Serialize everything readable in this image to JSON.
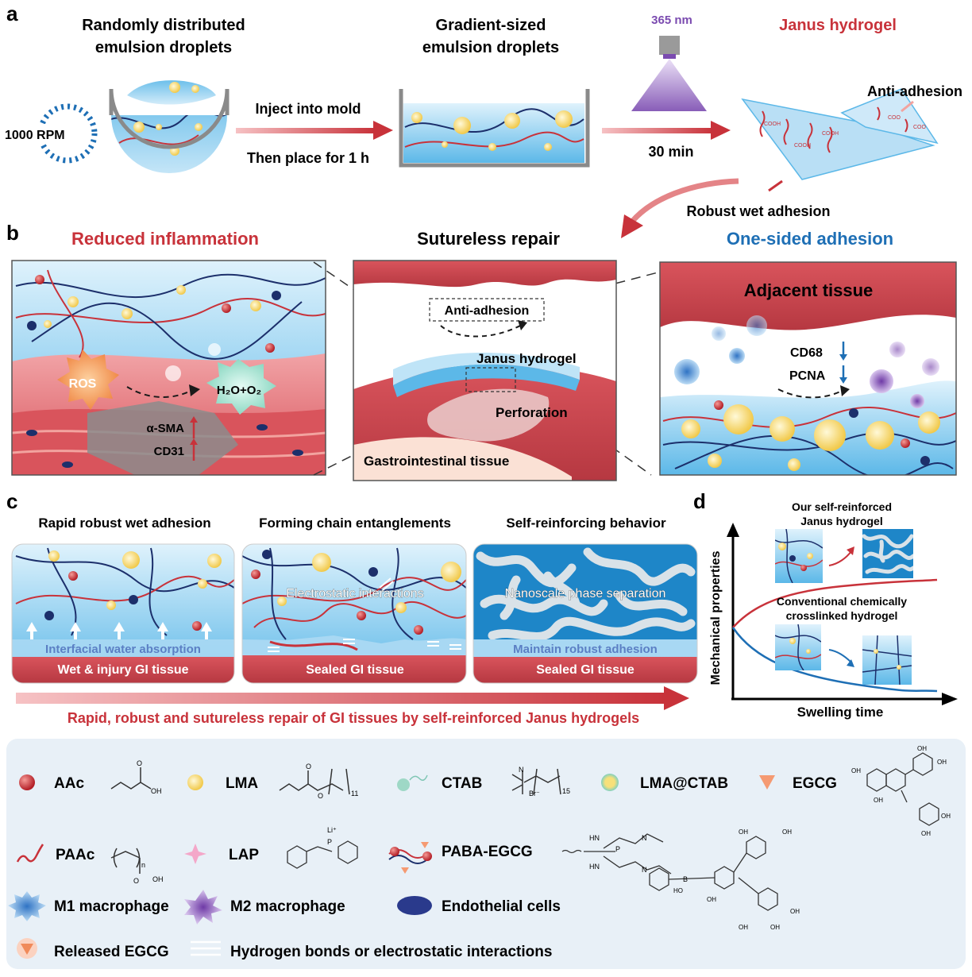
{
  "panels": {
    "a": "a",
    "b": "b",
    "c": "c",
    "d": "d"
  },
  "panel_a": {
    "step1_title_1": "Randomly distributed",
    "step1_title_2": "emulsion droplets",
    "rpm": "1000 RPM",
    "inject_1": "Inject into mold",
    "inject_2": "Then place for 1 h",
    "step2_title_1": "Gradient-sized",
    "step2_title_2": "emulsion droplets",
    "wavelength": "365 nm",
    "cure_time": "30 min",
    "product_title": "Janus hydrogel",
    "anti_adhesion": "Anti-adhesion",
    "wet_adhesion": "Robust wet adhesion",
    "cooh": "COOH",
    "coo": "COO"
  },
  "panel_b": {
    "left_title": "Reduced inflammation",
    "center_title": "Sutureless repair",
    "right_title": "One-sided adhesion",
    "ros": "ROS",
    "products": "H₂O+O₂",
    "asma": "α-SMA",
    "cd31": "CD31",
    "anti_adhesion": "Anti-adhesion",
    "janus": "Janus hydrogel",
    "perforation": "Perforation",
    "gi_tissue": "Gastrointestinal tissue",
    "adjacent": "Adjacent tissue",
    "cd68": "CD68",
    "pcna": "PCNA"
  },
  "panel_c": {
    "col1_title": "Rapid robust wet adhesion",
    "col2_title": "Forming chain entanglements",
    "col3_title": "Self-reinforcing behavior",
    "col1_band": "Interfacial water absorption",
    "col1_tissue": "Wet & injury GI tissue",
    "col2_overlay": "Electrostatic interactions",
    "col2_tissue": "Sealed GI tissue",
    "col3_overlay": "Nanoscale phase separation",
    "col3_band": "Maintain robust adhesion",
    "col3_tissue": "Sealed GI tissue",
    "banner": "Rapid, robust and sutureless repair of GI tissues by self-reinforced Janus hydrogels"
  },
  "panel_d": {
    "top_label_1": "Our self-reinforced",
    "top_label_2": "Janus hydrogel",
    "bottom_label_1": "Conventional chemically",
    "bottom_label_2": "crosslinked hydrogel",
    "ylabel": "Mechanical properties",
    "xlabel": "Swelling time"
  },
  "legend": {
    "aac": "AAc",
    "lma": "LMA",
    "ctab": "CTAB",
    "lma_ctab": "LMA@CTAB",
    "egcg": "EGCG",
    "paac": "PAAc",
    "lap": "LAP",
    "paba_egcg": "PABA-EGCG",
    "m1": "M1 macrophage",
    "m2": "M2 macrophage",
    "endothelial": "Endothelial cells",
    "released": "Released EGCG",
    "hbond": "Hydrogen bonds or electrostatic interactions",
    "chem_11": "11",
    "chem_15": "15",
    "chem_n": "n",
    "chem_oh": "OH",
    "chem_o": "O",
    "chem_br": "Br⁻",
    "chem_li": "Li⁺",
    "chem_p": "P",
    "chem_b": "B",
    "chem_ho": "HO",
    "chem_n_atom": "N",
    "chem_hn": "HN"
  },
  "colors": {
    "red": "#c8323a",
    "blue": "#1e6fb5",
    "navy": "#1c2f6b",
    "gel": "#5cb8e8",
    "tissue": "#d9545c",
    "purple": "#7b4bb0"
  }
}
